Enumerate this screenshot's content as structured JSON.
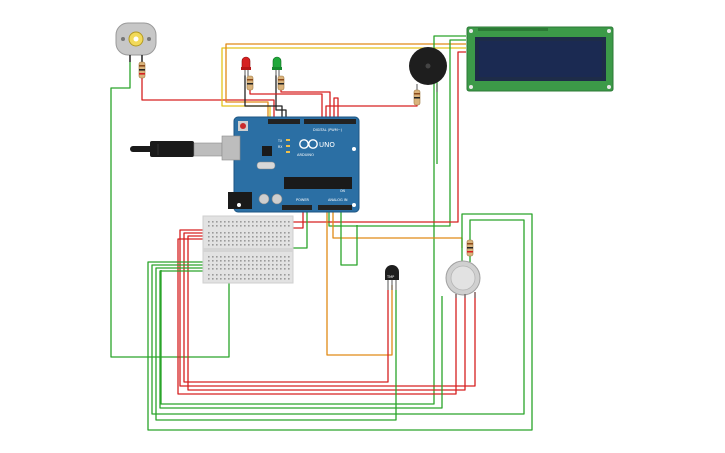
{
  "circuit": {
    "arduino": {
      "label_digital": "DIGITAL (PWM~)",
      "label_uno": "UNO",
      "label_brand": "ARDUINO",
      "label_power": "POWER",
      "label_analog": "ANALOG IN",
      "label_tx": "TX",
      "label_rx": "RX",
      "label_on": "ON"
    },
    "thermistor_label": "TMP"
  },
  "colors": {
    "wire_red": "#d62020",
    "wire_green": "#2aa52a",
    "wire_orange": "#e08a16",
    "wire_yellow": "#e3c21a",
    "wire_black": "#222222",
    "board_blue": "#2b6fa4",
    "lcd_green": "#3c9a48",
    "lcd_screen": "#1b2a52"
  },
  "components": [
    {
      "name": "dc-motor"
    },
    {
      "name": "red-led"
    },
    {
      "name": "green-led"
    },
    {
      "name": "piezo-buzzer"
    },
    {
      "name": "lcd-16x2"
    },
    {
      "name": "arduino-uno"
    },
    {
      "name": "usb-cable"
    },
    {
      "name": "breadboard"
    },
    {
      "name": "temperature-sensor"
    },
    {
      "name": "gas-sensor"
    }
  ]
}
